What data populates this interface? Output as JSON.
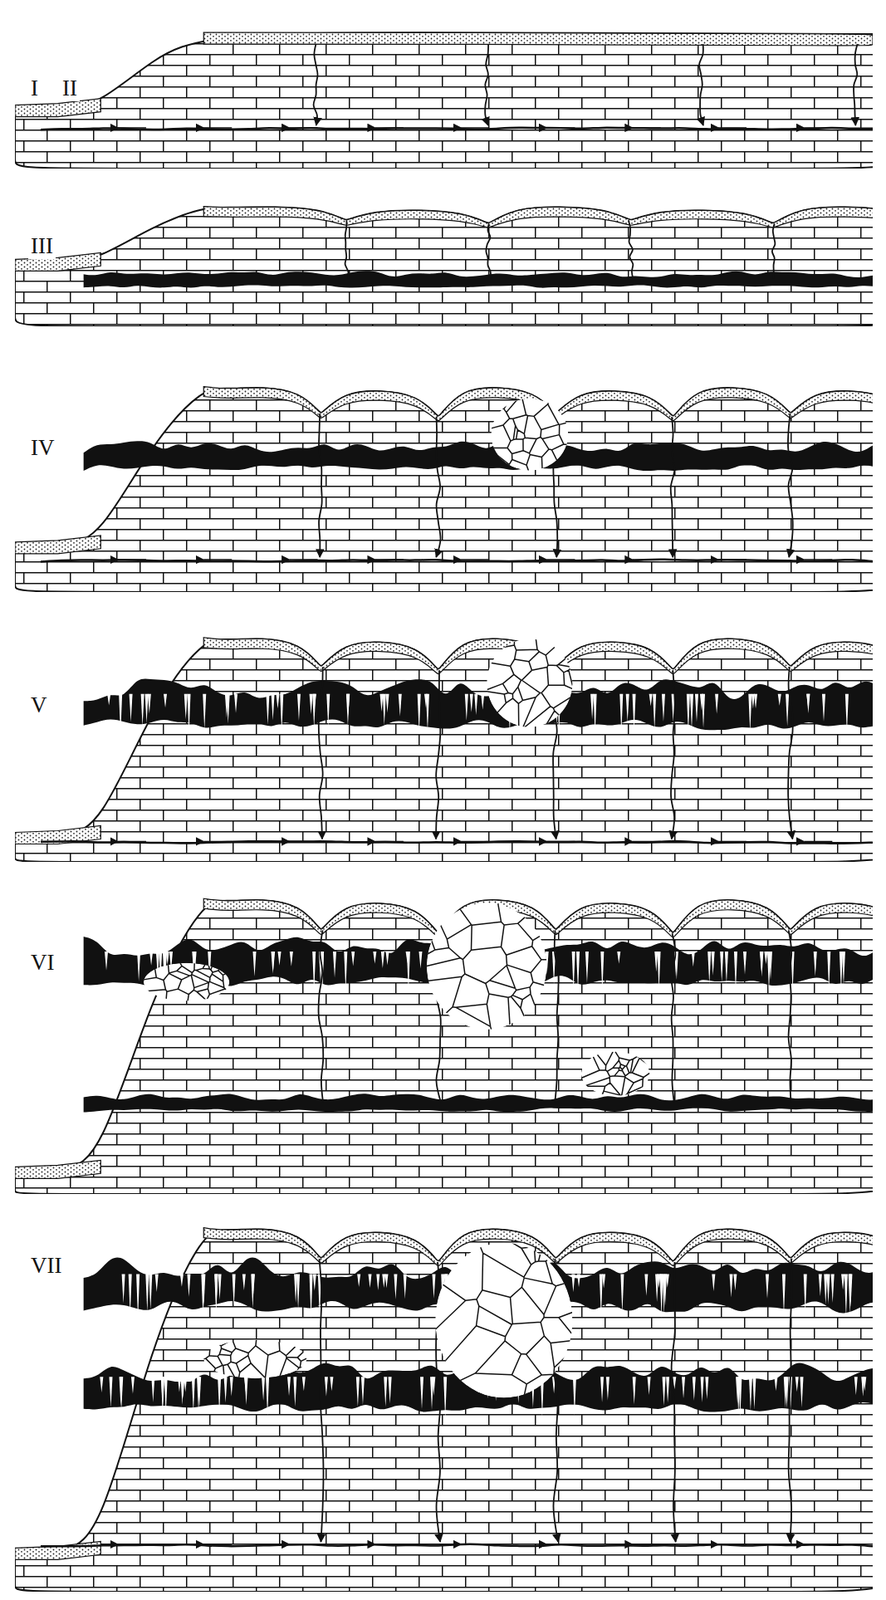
{
  "diagram": {
    "labels": [
      "I",
      "II",
      "III",
      "IV",
      "V",
      "VI",
      "VII"
    ]
  }
}
